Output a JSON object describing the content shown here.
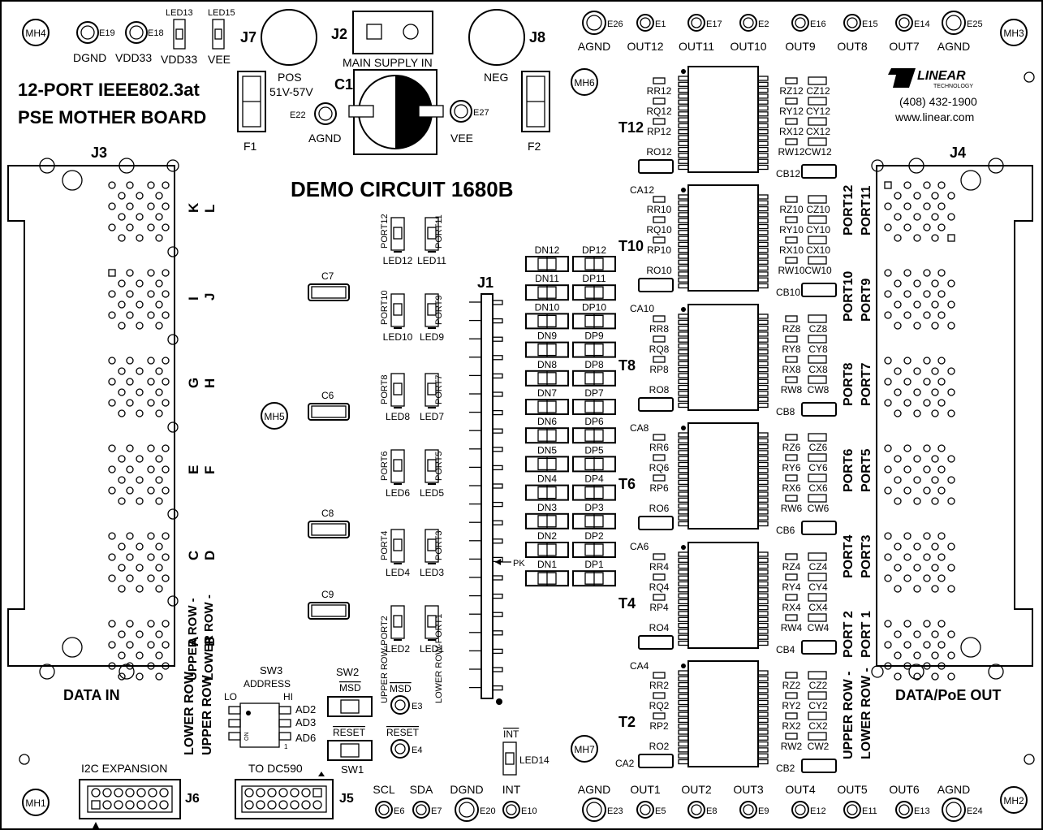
{
  "board": {
    "title_line1": "12-PORT IEEE802.3at",
    "title_line2": "PSE MOTHER BOARD",
    "demo": "DEMO CIRCUIT 1680B",
    "company_logo": "LINEAR",
    "company_sub": "TECHNOLOGY",
    "phone": "(408) 432-1900",
    "web": "www.linear.com"
  },
  "mounting_holes": [
    "MH4",
    "MH3",
    "MH6",
    "MH5",
    "MH7",
    "MH1",
    "MH2"
  ],
  "top_left_terms": [
    {
      "id": "E19",
      "label": "DGND"
    },
    {
      "id": "E18",
      "label": "VDD33"
    }
  ],
  "leds_top": [
    {
      "id": "LED13",
      "label": "VDD33"
    },
    {
      "id": "LED15",
      "label": "VEE"
    }
  ],
  "supply": {
    "j7": "J7",
    "pos": "POS",
    "range": "51V-57V",
    "j2": "J2",
    "main": "MAIN SUPPLY IN",
    "j8": "J8",
    "neg": "NEG",
    "c1": "C1",
    "f1": "F1",
    "f2": "F2",
    "e22": "E22",
    "agnd": "AGND",
    "e27": "E27",
    "vee": "VEE"
  },
  "top_terms": [
    {
      "id": "E26",
      "label": "AGND"
    },
    {
      "id": "E1",
      "label": "OUT12"
    },
    {
      "id": "E17",
      "label": "OUT11"
    },
    {
      "id": "E2",
      "label": "OUT10"
    },
    {
      "id": "E16",
      "label": "OUT9"
    },
    {
      "id": "E15",
      "label": "OUT8"
    },
    {
      "id": "E14",
      "label": "OUT7"
    },
    {
      "id": "E25",
      "label": "AGND"
    }
  ],
  "bottom_terms": [
    {
      "id": "E23",
      "label": "AGND"
    },
    {
      "id": "E5",
      "label": "OUT1"
    },
    {
      "id": "E8",
      "label": "OUT2"
    },
    {
      "id": "E9",
      "label": "OUT3"
    },
    {
      "id": "E12",
      "label": "OUT4"
    },
    {
      "id": "E11",
      "label": "OUT5"
    },
    {
      "id": "E13",
      "label": "OUT6"
    },
    {
      "id": "E24",
      "label": "AGND"
    }
  ],
  "j3": {
    "name": "J3",
    "caption": "DATA IN",
    "letters": [
      "K",
      "L",
      "I",
      "J",
      "G",
      "H",
      "E",
      "F",
      "C",
      "D",
      "A",
      "B"
    ],
    "row_upper": "UPPER ROW -",
    "row_lower": "LOWER ROW -"
  },
  "j4": {
    "name": "J4",
    "caption": "DATA/PoE OUT",
    "ports": [
      [
        "PORT12",
        "PORT11"
      ],
      [
        "PORT10",
        "PORT9"
      ],
      [
        "PORT8",
        "PORT7"
      ],
      [
        "PORT6",
        "PORT5"
      ],
      [
        "PORT4",
        "PORT3"
      ],
      [
        "PORT 2",
        "PORT 1"
      ]
    ],
    "row_upper": "UPPER ROW -",
    "row_lower": "LOWER ROW -"
  },
  "caps": [
    "C7",
    "C6",
    "C8",
    "C9"
  ],
  "port_leds": [
    {
      "port": "PORT12",
      "led": "LED12"
    },
    {
      "port": "PORT11",
      "led": "LED11"
    },
    {
      "port": "PORT10",
      "led": "LED10"
    },
    {
      "port": "PORT9",
      "led": "LED9"
    },
    {
      "port": "PORT8",
      "led": "LED8"
    },
    {
      "port": "PORT7",
      "led": "LED7"
    },
    {
      "port": "PORT6",
      "led": "LED6"
    },
    {
      "port": "PORT5",
      "led": "LED5"
    },
    {
      "port": "PORT4",
      "led": "LED4"
    },
    {
      "port": "PORT3",
      "led": "LED3"
    },
    {
      "port": "UPPER ROW-PORT2",
      "led": "LED2"
    },
    {
      "port": "LOWER ROW-PORT1",
      "led": "LED1"
    }
  ],
  "j1": {
    "name": "J1",
    "pk": "PK"
  },
  "diodes_n": [
    "DN12",
    "DN11",
    "DN10",
    "DN9",
    "DN8",
    "DN7",
    "DN6",
    "DN5",
    "DN4",
    "DN3",
    "DN2",
    "DN1"
  ],
  "diodes_p": [
    "DP12",
    "DP11",
    "DP10",
    "DP9",
    "DP8",
    "DP7",
    "DP6",
    "DP5",
    "DP4",
    "DP3",
    "DP2",
    "DP1"
  ],
  "transformers": [
    {
      "t": "T12",
      "rr": "RR12",
      "rq": "RQ12",
      "rp": "RP12",
      "ro": "RO12",
      "rz": "RZ12",
      "cz": "CZ12",
      "ry": "RY12",
      "cy": "CY12",
      "rx": "RX12",
      "cx": "CX12",
      "rw": "RW12",
      "cw": "CW12",
      "cb": "CB12",
      "ca": "CA12"
    },
    {
      "t": "T10",
      "rr": "RR10",
      "rq": "RQ10",
      "rp": "RP10",
      "ro": "RO10",
      "rz": "RZ10",
      "cz": "CZ10",
      "ry": "RY10",
      "cy": "CY10",
      "rx": "RX10",
      "cx": "CX10",
      "rw": "RW10",
      "cw": "CW10",
      "cb": "CB10",
      "ca": "CA10"
    },
    {
      "t": "T8",
      "rr": "RR8",
      "rq": "RQ8",
      "rp": "RP8",
      "ro": "RO8",
      "rz": "RZ8",
      "cz": "CZ8",
      "ry": "RY8",
      "cy": "CY8",
      "rx": "RX8",
      "cx": "CX8",
      "rw": "RW8",
      "cw": "CW8",
      "cb": "CB8",
      "ca": "CA8"
    },
    {
      "t": "T6",
      "rr": "RR6",
      "rq": "RQ6",
      "rp": "RP6",
      "ro": "RO6",
      "rz": "RZ6",
      "cz": "CZ6",
      "ry": "RY6",
      "cy": "CY6",
      "rx": "RX6",
      "cx": "CX6",
      "rw": "RW6",
      "cw": "CW6",
      "cb": "CB6",
      "ca": "CA6"
    },
    {
      "t": "T4",
      "rr": "RR4",
      "rq": "RQ4",
      "rp": "RP4",
      "ro": "RO4",
      "rz": "RZ4",
      "cz": "CZ4",
      "ry": "RY4",
      "cy": "CY4",
      "rx": "RX4",
      "cx": "CX4",
      "rw": "RW4",
      "cw": "CW4",
      "cb": "CB4",
      "ca": "CA4"
    },
    {
      "t": "T2",
      "rr": "RR2",
      "rq": "RQ2",
      "rp": "RP2",
      "ro": "RO2",
      "rz": "RZ2",
      "cz": "CZ2",
      "ry": "RY2",
      "cy": "CY2",
      "rx": "RX2",
      "cx": "CX2",
      "rw": "RW2",
      "cw": "CW2",
      "cb": "CB2",
      "ca": "CA2"
    }
  ],
  "sw3": {
    "name": "SW3",
    "title": "ADDRESS",
    "lo": "LO",
    "hi": "HI",
    "on": "ON",
    "one": "1",
    "ad": [
      "AD2",
      "AD3",
      "AD6"
    ]
  },
  "sw2": {
    "name": "SW2",
    "label": "MSD"
  },
  "sw1": {
    "name": "SW1",
    "label": "RESET"
  },
  "e3": {
    "id": "E3",
    "label": "MSD"
  },
  "e4": {
    "id": "E4",
    "label": "RESET"
  },
  "led14": {
    "id": "LED14",
    "label": "INT"
  },
  "left_rows": {
    "lower": "LOWER ROW",
    "upper": "UPPER ROW"
  },
  "j6": {
    "name": "J6",
    "title": "I2C EXPANSION"
  },
  "j5": {
    "name": "J5",
    "title": "TO DC590"
  },
  "bottom_mid_terms": [
    {
      "id": "E6",
      "label": "SCL"
    },
    {
      "id": "E7",
      "label": "SDA"
    },
    {
      "id": "E20",
      "label": "DGND"
    },
    {
      "id": "E10",
      "label": "INT"
    }
  ]
}
